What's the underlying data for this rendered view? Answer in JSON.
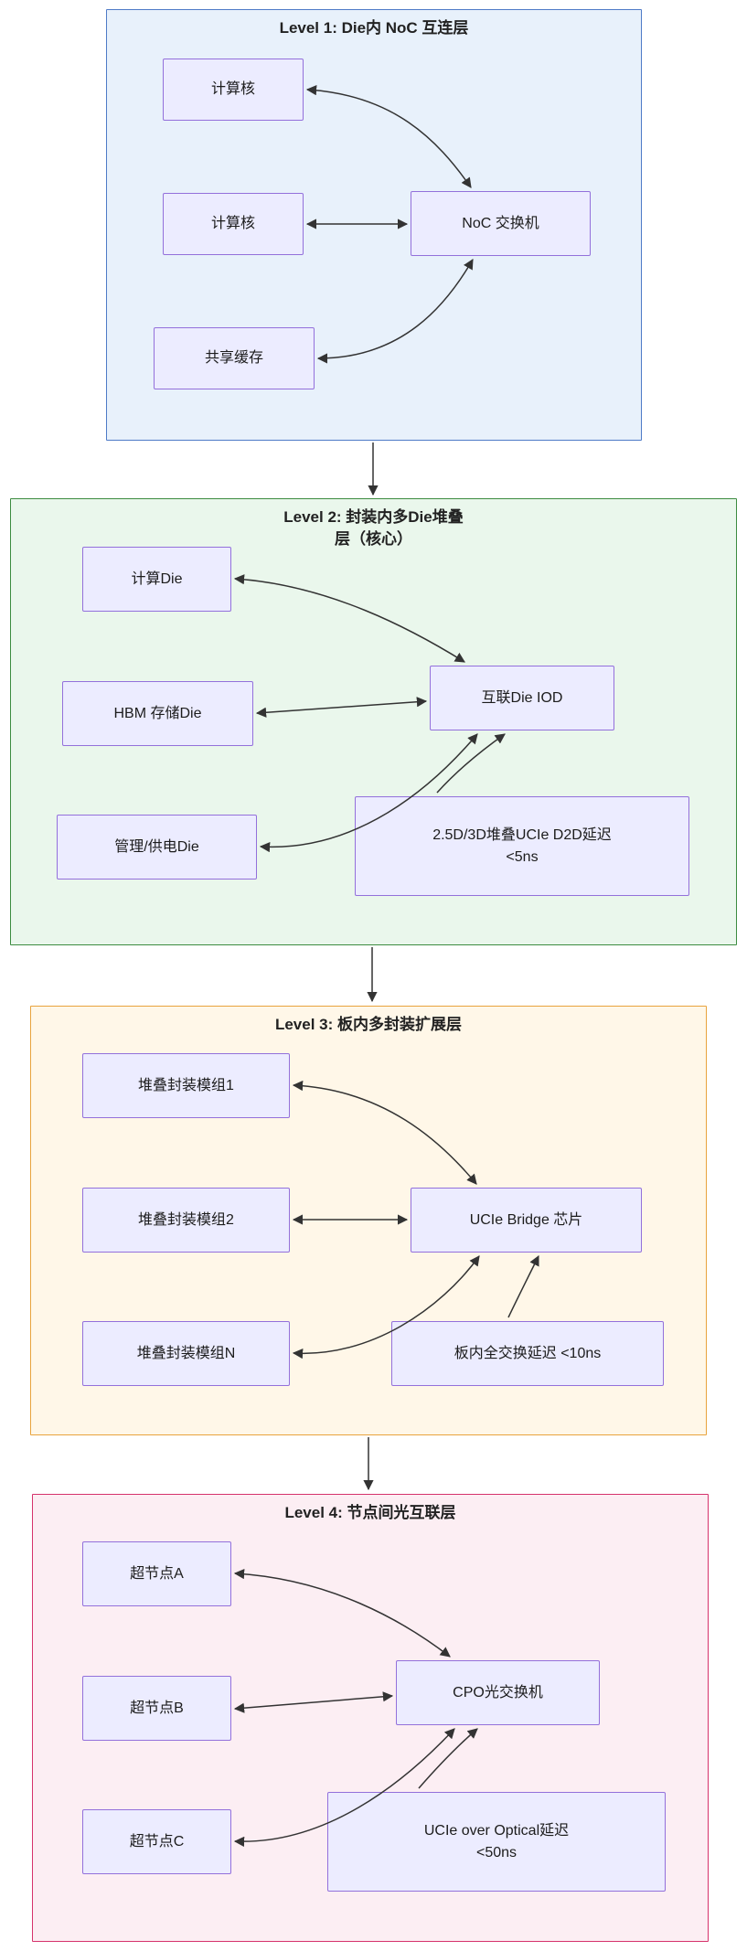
{
  "colors": {
    "node_fill": "#ECECFF",
    "node_border": "#9370DB",
    "arrow": "#333333",
    "level1_fill": "#E8F1FB",
    "level1_border": "#4E7AC7",
    "level2_fill": "#EAF7EC",
    "level2_border": "#3C8C40",
    "level3_fill": "#FFF7E8",
    "level3_border": "#E8A33D",
    "level4_fill": "#FCEEF3",
    "level4_border": "#D6336C"
  },
  "levels": [
    {
      "title": "Level 1: Die内 NoC 互连层",
      "nodes": {
        "core1": "计算核",
        "core2": "计算核",
        "cache": "共享缓存",
        "noc": "NoC 交换机"
      }
    },
    {
      "title": "Level 2: 封装内多Die堆叠\n层（核心）",
      "nodes": {
        "compute_die": "计算Die",
        "hbm_die": "HBM 存储Die",
        "mgmt_die": "管理/供电Die",
        "iod": "互联Die IOD",
        "delay": "2.5D/3D堆叠UCIe D2D延迟\n<5ns"
      }
    },
    {
      "title": "Level 3: 板内多封装扩展层",
      "nodes": {
        "mod1": "堆叠封装模组1",
        "mod2": "堆叠封装模组2",
        "modN": "堆叠封装模组N",
        "bridge": "UCIe Bridge 芯片",
        "delay": "板内全交换延迟 <10ns"
      }
    },
    {
      "title": "Level 4: 节点间光互联层",
      "nodes": {
        "nodeA": "超节点A",
        "nodeB": "超节点B",
        "nodeC": "超节点C",
        "cpo": "CPO光交换机",
        "delay": "UCIe over Optical延迟\n<50ns"
      }
    }
  ],
  "edges": [
    {
      "from": "计算核 (上)",
      "to": "NoC 交换机",
      "bidirectional": true
    },
    {
      "from": "计算核 (中)",
      "to": "NoC 交换机",
      "bidirectional": true
    },
    {
      "from": "共享缓存",
      "to": "NoC 交换机",
      "bidirectional": true
    },
    {
      "from": "Level 1",
      "to": "Level 2",
      "bidirectional": false
    },
    {
      "from": "计算Die",
      "to": "互联Die IOD",
      "bidirectional": true
    },
    {
      "from": "HBM 存储Die",
      "to": "互联Die IOD",
      "bidirectional": true
    },
    {
      "from": "管理/供电Die",
      "to": "互联Die IOD",
      "bidirectional": true
    },
    {
      "from": "2.5D/3D堆叠UCIe D2D延迟 <5ns",
      "to": "互联Die IOD",
      "bidirectional": false
    },
    {
      "from": "Level 2",
      "to": "Level 3",
      "bidirectional": false
    },
    {
      "from": "堆叠封装模组1",
      "to": "UCIe Bridge 芯片",
      "bidirectional": true
    },
    {
      "from": "堆叠封装模组2",
      "to": "UCIe Bridge 芯片",
      "bidirectional": true
    },
    {
      "from": "堆叠封装模组N",
      "to": "UCIe Bridge 芯片",
      "bidirectional": true
    },
    {
      "from": "板内全交换延迟 <10ns",
      "to": "UCIe Bridge 芯片",
      "bidirectional": false
    },
    {
      "from": "Level 3",
      "to": "Level 4",
      "bidirectional": false
    },
    {
      "from": "超节点A",
      "to": "CPO光交换机",
      "bidirectional": true
    },
    {
      "from": "超节点B",
      "to": "CPO光交换机",
      "bidirectional": true
    },
    {
      "from": "超节点C",
      "to": "CPO光交换机",
      "bidirectional": true
    },
    {
      "from": "UCIe over Optical延迟 <50ns",
      "to": "CPO光交换机",
      "bidirectional": false
    }
  ]
}
